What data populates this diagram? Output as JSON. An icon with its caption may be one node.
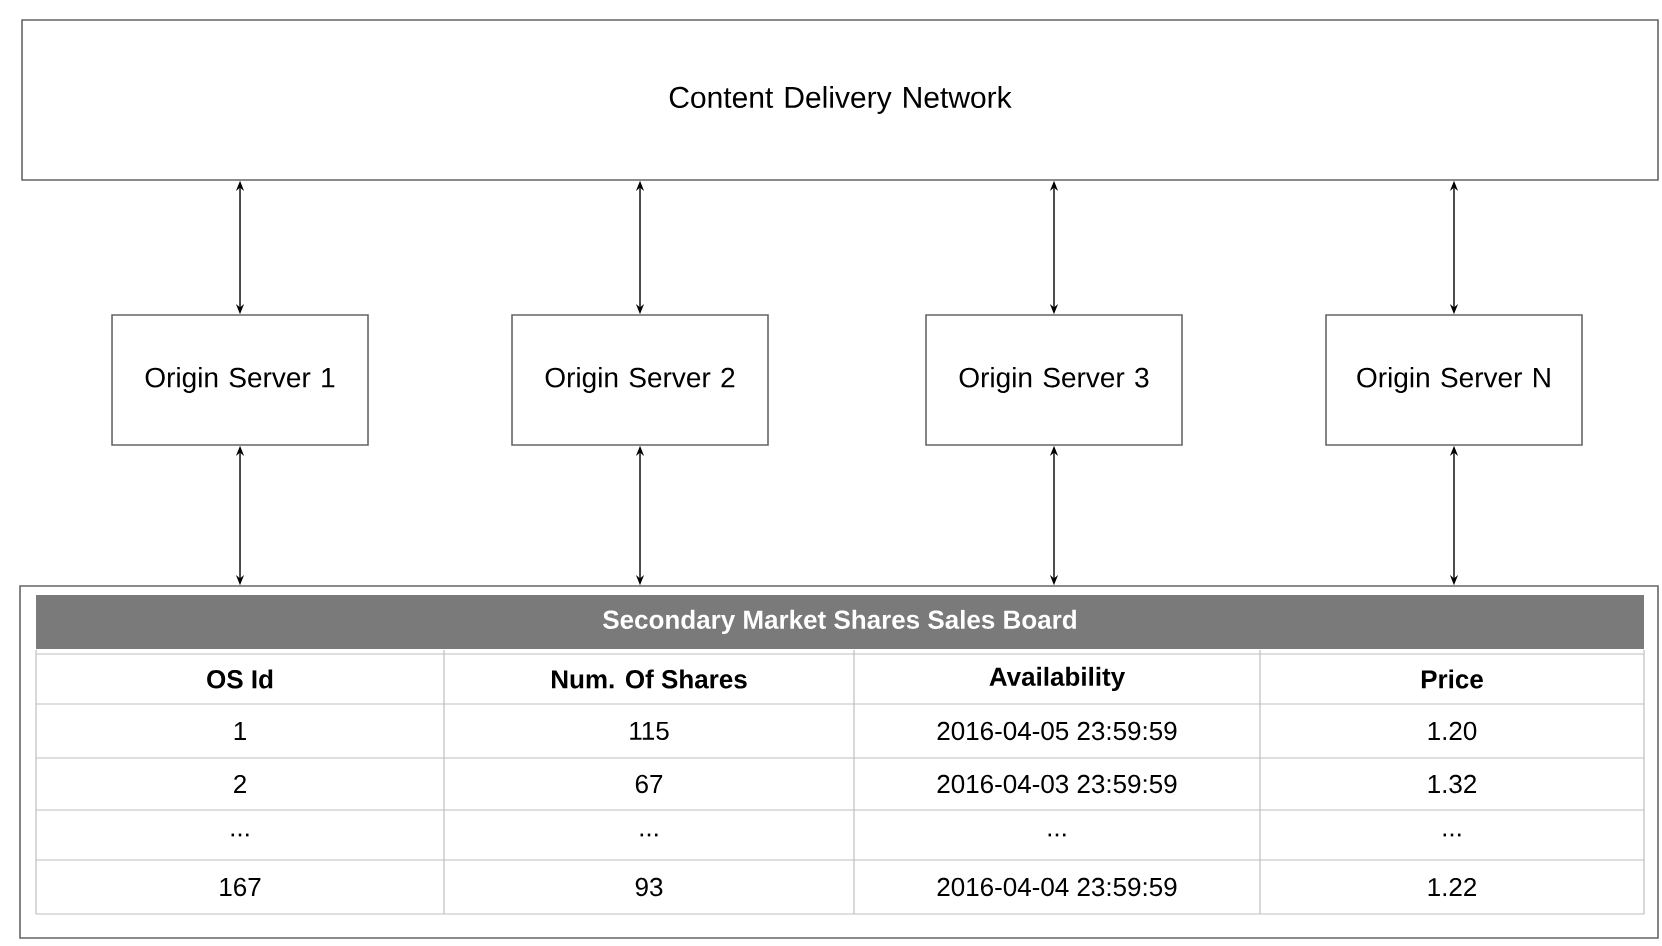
{
  "diagram": {
    "nodes": [
      {
        "text": [
          "Content Delivery Network"
        ]
      },
      {
        "text": [
          "Origin Server 1"
        ]
      },
      {
        "text": [
          "Origin Server 2"
        ]
      },
      {
        "text": [
          "Origin Server 3"
        ]
      },
      {
        "text": [
          "Origin Server N"
        ]
      },
      {
        "text": [
          "Secondary Market Shares Sales Board"
        ]
      }
    ],
    "edges": [
      {
        "from": 0,
        "to": 1,
        "arrow": "both"
      },
      {
        "from": 0,
        "to": 2,
        "arrow": "both"
      },
      {
        "from": 0,
        "to": 3,
        "arrow": "both"
      },
      {
        "from": 0,
        "to": 4,
        "arrow": "both"
      },
      {
        "from": 1,
        "to": 5,
        "arrow": "both"
      },
      {
        "from": 2,
        "to": 5,
        "arrow": "both"
      },
      {
        "from": 3,
        "to": 5,
        "arrow": "both"
      },
      {
        "from": 4,
        "to": 5,
        "arrow": "both"
      }
    ],
    "labels": [
      "OS Id",
      "Num. Of Shares",
      "Availability",
      "Price",
      "1",
      "115",
      "2016-04-05 23:59:59",
      "1.20",
      "2",
      "67",
      "2016-04-03 23:59:59",
      "1.32",
      "...",
      "...",
      "...",
      "...",
      "167",
      "93",
      "2016-04-04 23:59:59",
      "1.22"
    ]
  }
}
